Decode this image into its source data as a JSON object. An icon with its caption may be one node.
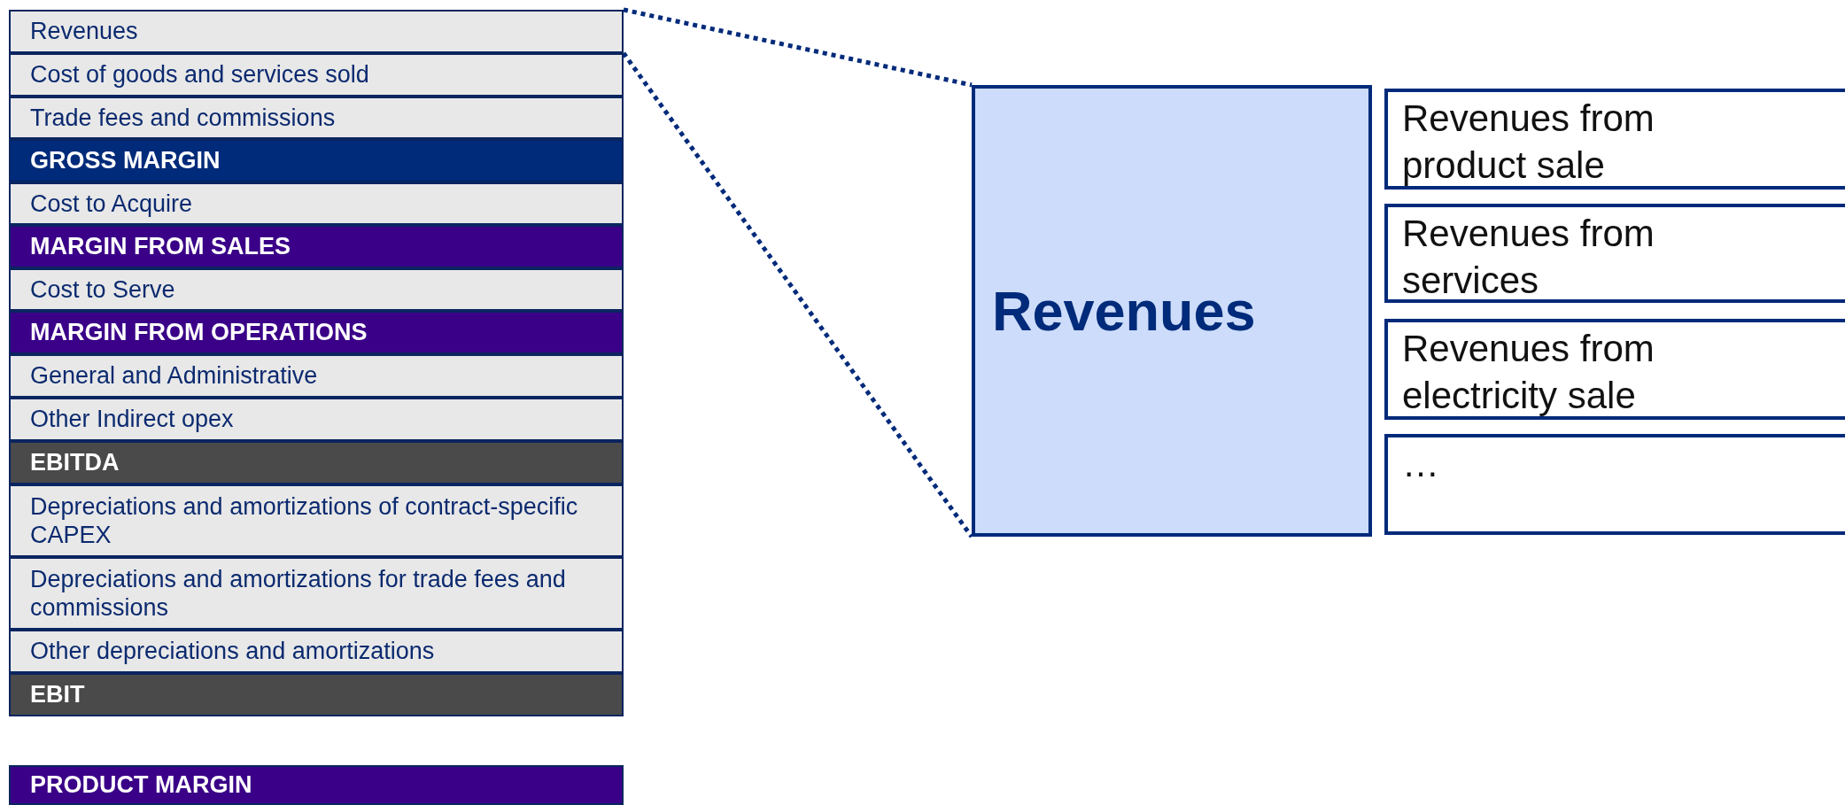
{
  "diagram": {
    "nodes": [
      {
        "text": [
          "Revenues"
        ]
      },
      {
        "text": [
          "Cost of goods and services sold"
        ]
      },
      {
        "text": [
          "Trade fees and commissions"
        ]
      },
      {
        "text": [
          "GROSS MARGIN"
        ]
      },
      {
        "text": [
          "Cost to Acquire"
        ]
      },
      {
        "text": [
          "MARGIN FROM SALES"
        ]
      },
      {
        "text": [
          "Cost to Serve"
        ]
      },
      {
        "text": [
          "MARGIN FROM OPERATIONS"
        ]
      },
      {
        "text": [
          "General and Administrative"
        ]
      },
      {
        "text": [
          "Other Indirect opex"
        ]
      },
      {
        "text": [
          "EBITDA"
        ]
      },
      {
        "text": [
          "Depreciations and amortizations of contract-specific CAPEX"
        ]
      },
      {
        "text": [
          "Depreciations and amortizations for trade fees and commissions"
        ]
      },
      {
        "text": [
          "Other depreciations and amortizations"
        ]
      },
      {
        "text": [
          "EBIT"
        ]
      },
      {
        "text": [
          "PRODUCT MARGIN"
        ]
      },
      {
        "text": [
          "Revenues"
        ]
      },
      {
        "text": [
          "Revenues from product sale"
        ]
      },
      {
        "text": [
          "Revenues from services"
        ]
      },
      {
        "text": [
          "Revenues from electricity sale"
        ]
      },
      {
        "text": [
          "…"
        ]
      }
    ],
    "edges": [
      {
        "from": 0,
        "to": 16,
        "arrow": "none",
        "style": "dashed"
      },
      {
        "from": 0,
        "to": 16,
        "arrow": "none",
        "style": "dashed"
      }
    ]
  }
}
